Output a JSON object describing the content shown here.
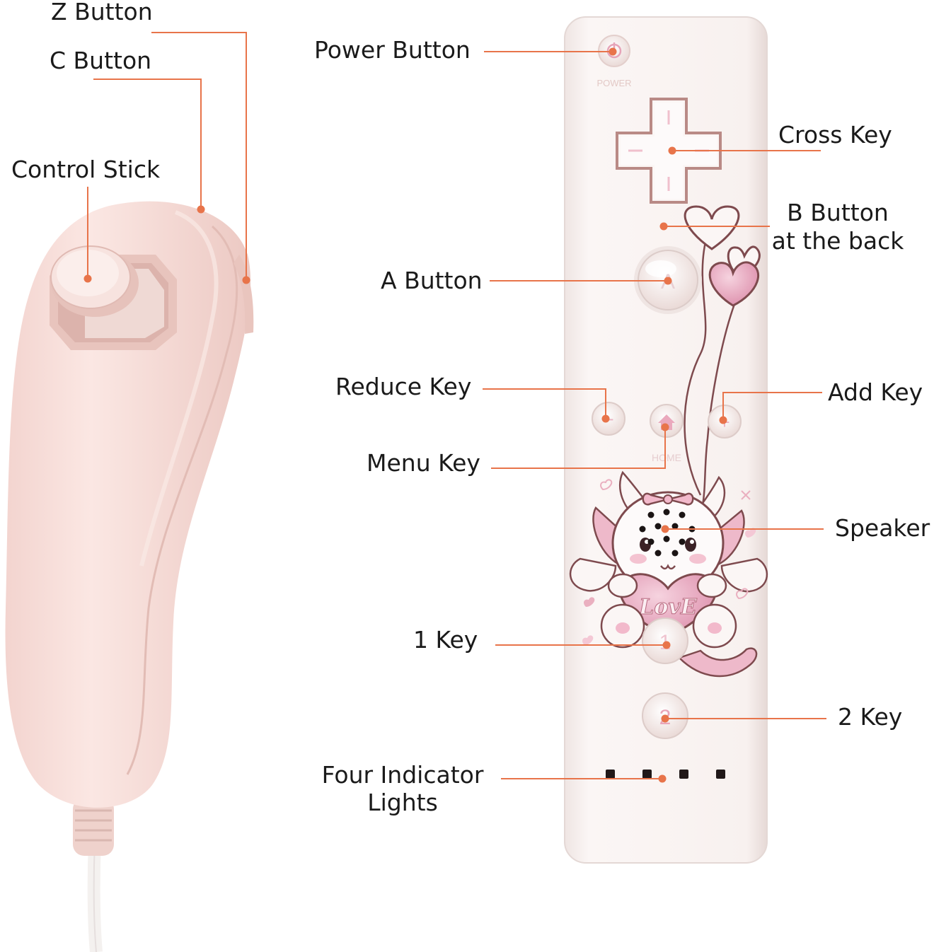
{
  "labels": {
    "z_button": "Z Button",
    "c_button": "C Button",
    "control_stick": "Control Stick",
    "power_button": "Power Button",
    "cross_key": "Cross Key",
    "b_button_line1": "B Button",
    "b_button_line2": "at the back",
    "a_button": "A Button",
    "reduce_key": "Reduce Key",
    "add_key": "Add Key",
    "menu_key": "Menu Key",
    "speaker": "Speaker",
    "one_key": "1 Key",
    "two_key": "2 Key",
    "indicator_line1": "Four Indicator",
    "indicator_line2": "Lights"
  },
  "remote_markings": {
    "power": "POWER",
    "a": "A",
    "home": "HOME",
    "minus": "−",
    "plus": "+",
    "one": "1",
    "two": "2",
    "love": "LovE"
  },
  "colors": {
    "leader": "#e8744a",
    "nunchuk": "#f6ddd8",
    "remote": "#f8f1f0",
    "accent_pink": "#e7a3bb"
  }
}
